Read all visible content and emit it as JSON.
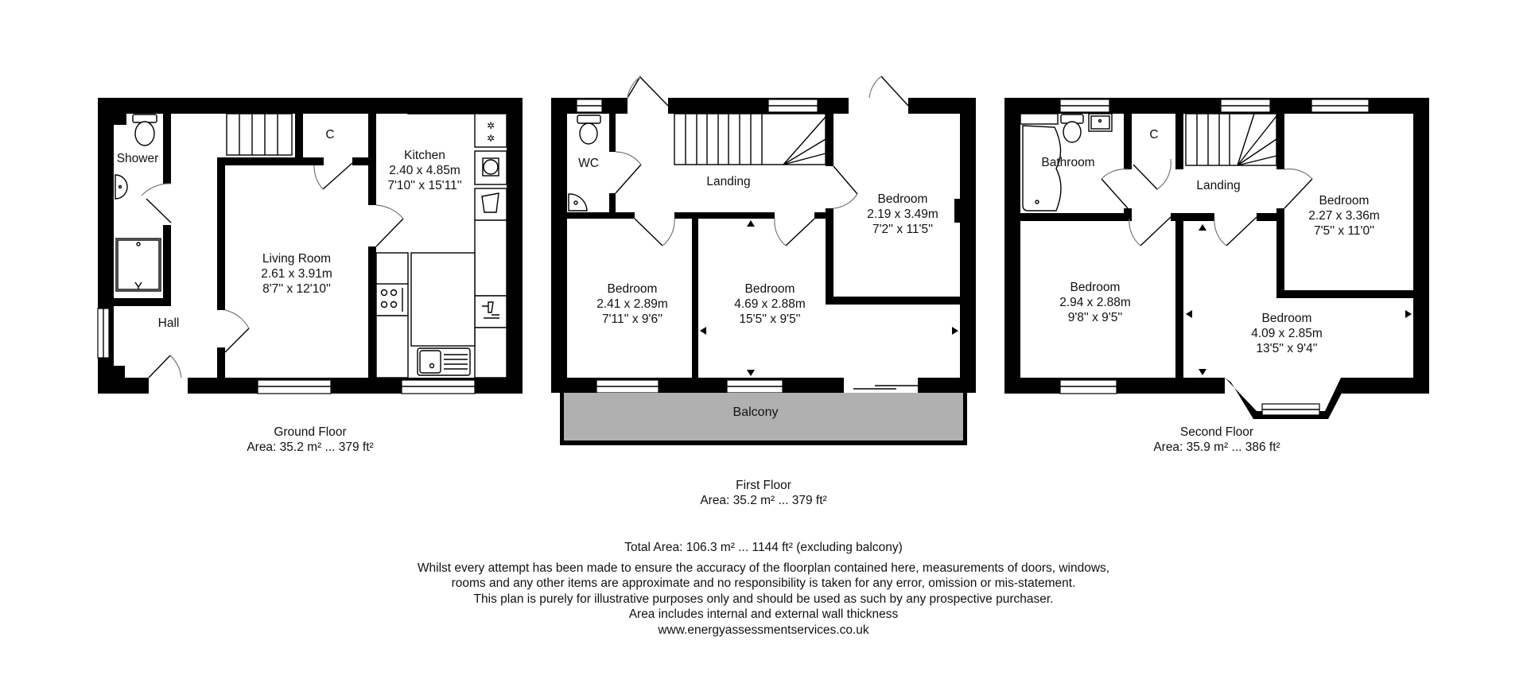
{
  "colors": {
    "wall": "#000000",
    "balcony_fill": "#b0b0b0",
    "background": "#ffffff",
    "door_arc": "#777777"
  },
  "floors": [
    {
      "id": "ground",
      "caption": {
        "name": "Ground Floor",
        "area": "Area: 35.2 m² ... 379 ft²"
      },
      "rooms": [
        {
          "name": "Shower",
          "dims_m": "",
          "dims_ft": ""
        },
        {
          "name": "Hall",
          "dims_m": "",
          "dims_ft": ""
        },
        {
          "name": "C",
          "dims_m": "",
          "dims_ft": ""
        },
        {
          "name": "Living Room",
          "dims_m": "2.61 x 3.91m",
          "dims_ft": "8'7'' x 12'10''"
        },
        {
          "name": "Kitchen",
          "dims_m": "2.40 x 4.85m",
          "dims_ft": "7'10'' x 15'11''"
        }
      ],
      "fixtures": [
        "toilet-icon",
        "basin-icon",
        "shower-tray-icon",
        "fridge-freezer-icon",
        "washing-machine-icon",
        "tumble-dryer-icon",
        "hob-icon",
        "dishwasher-icon",
        "sink-icon"
      ]
    },
    {
      "id": "first",
      "caption": {
        "name": "First Floor",
        "area": "Area: 35.2 m² ... 379 ft²"
      },
      "rooms": [
        {
          "name": "WC",
          "dims_m": "",
          "dims_ft": ""
        },
        {
          "name": "Landing",
          "dims_m": "",
          "dims_ft": ""
        },
        {
          "name": "Bedroom",
          "dims_m": "2.19 x 3.49m",
          "dims_ft": "7'2'' x 11'5''"
        },
        {
          "name": "Bedroom",
          "dims_m": "2.41 x 2.89m",
          "dims_ft": "7'11'' x 9'6''"
        },
        {
          "name": "Bedroom",
          "dims_m": "4.69 x 2.88m",
          "dims_ft": "15'5'' x 9'5''"
        }
      ],
      "balcony": {
        "name": "Balcony"
      },
      "fixtures": [
        "toilet-icon",
        "corner-basin-icon",
        "staircase-icon",
        "sliding-door-icon"
      ]
    },
    {
      "id": "second",
      "caption": {
        "name": "Second Floor",
        "area": "Area: 35.9 m² ... 386 ft²"
      },
      "rooms": [
        {
          "name": "Bathroom",
          "dims_m": "",
          "dims_ft": ""
        },
        {
          "name": "C",
          "dims_m": "",
          "dims_ft": ""
        },
        {
          "name": "Landing",
          "dims_m": "",
          "dims_ft": ""
        },
        {
          "name": "Bedroom",
          "dims_m": "2.27 x 3.36m",
          "dims_ft": "7'5'' x 11'0''"
        },
        {
          "name": "Bedroom",
          "dims_m": "2.94 x 2.88m",
          "dims_ft": "9'8'' x 9'5''"
        },
        {
          "name": "Bedroom",
          "dims_m": "4.09 x 2.85m",
          "dims_ft": "13'5'' x 9'4''"
        }
      ],
      "fixtures": [
        "bath-icon",
        "toilet-icon",
        "basin-icon",
        "staircase-icon",
        "bay-window-icon"
      ]
    }
  ],
  "footer": {
    "total_area": "Total Area: 106.3 m² ... 1144 ft² (excluding balcony)",
    "disclaimer_lines": [
      "Whilst every attempt has been made to ensure the accuracy of the floorplan contained here, measurements of doors, windows,",
      "rooms and any other items are approximate and no responsibility is taken for any error, omission or mis-statement.",
      "This plan is purely for illustrative purposes only and should be used as such by any prospective purchaser.",
      "Area includes internal and external wall thickness"
    ],
    "website": "www.energyassessmentservices.co.uk"
  }
}
